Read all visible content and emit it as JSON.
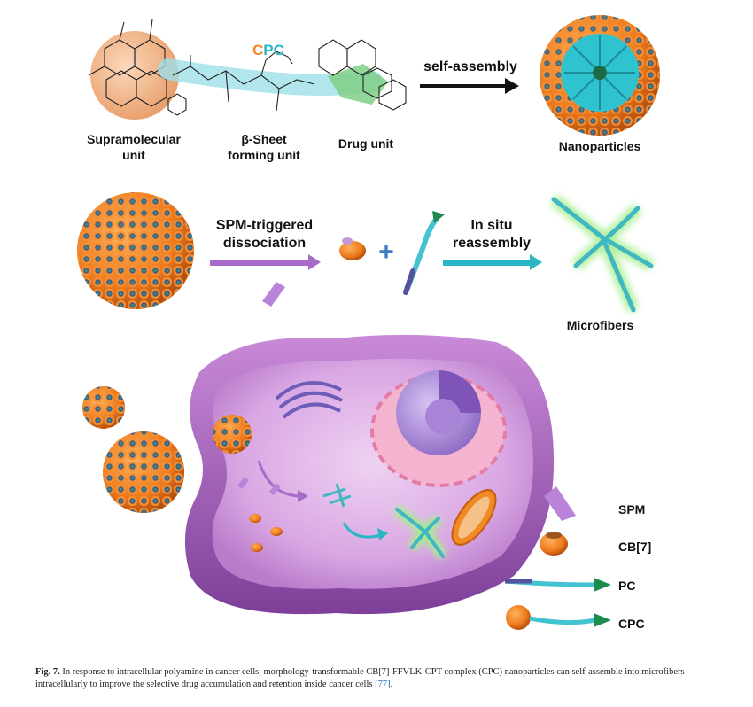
{
  "top_row": {
    "supramolecular_unit": "Supramolecular\nunit",
    "cpc_label_c1": "C",
    "cpc_label_p": "P",
    "cpc_label_c2": "C",
    "beta_sheet_unit": "β-Sheet\nforming unit",
    "drug_unit": "Drug unit",
    "self_assembly": "self-assembly",
    "nanoparticles": "Nanoparticles"
  },
  "middle_row": {
    "spm_triggered": "SPM-triggered\ndissociation",
    "plus": "+",
    "in_situ": "In situ\nreassembly",
    "microfibers": "Microfibers"
  },
  "legend": {
    "spm": "SPM",
    "cb7": "CB[7]",
    "pc": "PC",
    "cpc": "CPC"
  },
  "caption": {
    "fig_label": "Fig. 7.",
    "text": " In response to intracellular polyamine in cancer cells, morphology-transformable CB[7]-FFVLK-CPT complex (CPC) nanoparticles can self-assemble into microfibers intracellularly to improve the selective drug accumulation and retention inside cancer cells ",
    "ref": "[77]",
    "end": "."
  },
  "colors": {
    "orange": "#ee7a1c",
    "cyan": "#35c3d1",
    "purple": "#a86cc8",
    "green": "#2f8a4e",
    "cpc_c": "#f08a24",
    "cpc_p": "#28b9c9"
  }
}
